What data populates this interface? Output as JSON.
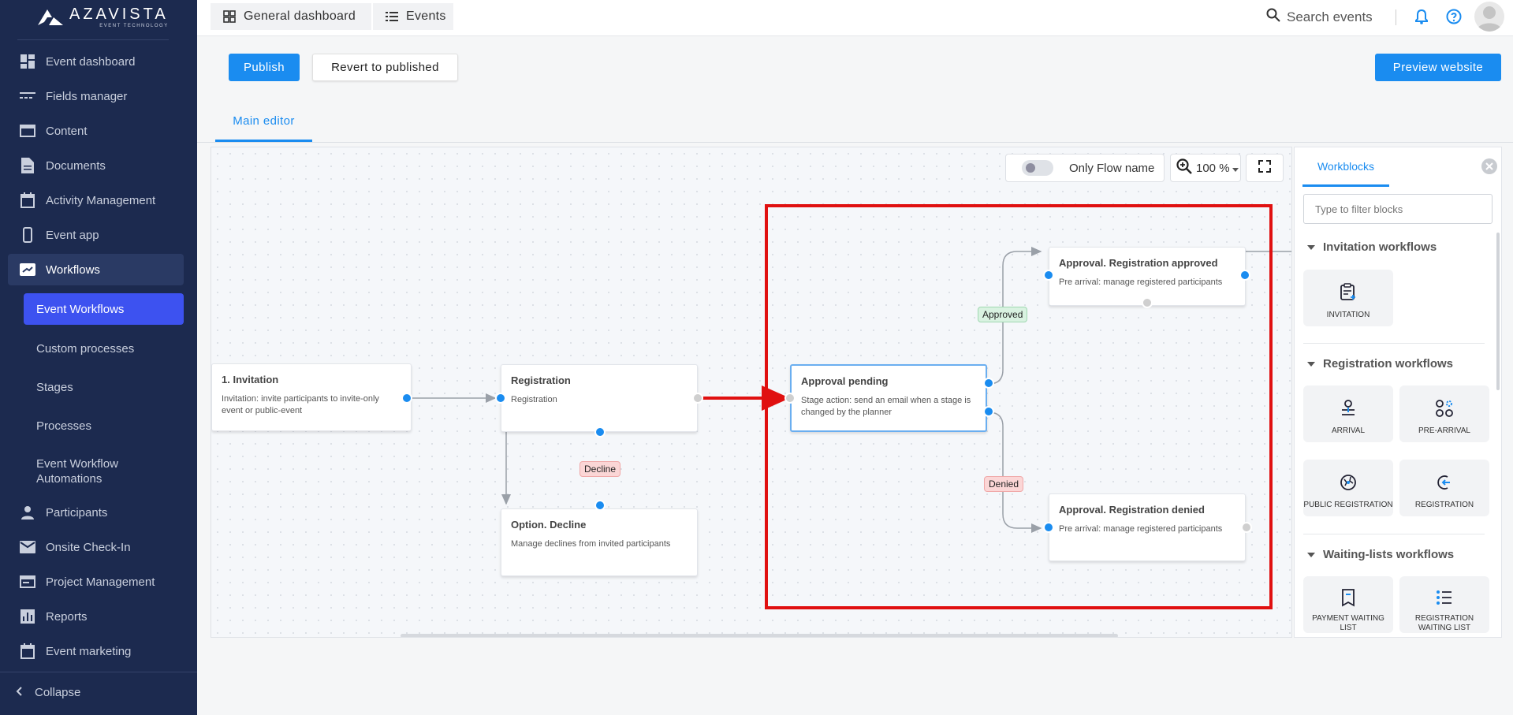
{
  "brand": {
    "name": "AZAVISTA",
    "tagline": "EVENT TECHNOLOGY"
  },
  "sidebar": {
    "items": [
      {
        "label": "Event dashboard",
        "icon": "dashboard-icon"
      },
      {
        "label": "Fields manager",
        "icon": "fields-icon"
      },
      {
        "label": "Content",
        "icon": "content-icon"
      },
      {
        "label": "Documents",
        "icon": "document-icon"
      },
      {
        "label": "Activity Management",
        "icon": "calendar-icon"
      },
      {
        "label": "Event app",
        "icon": "phone-icon"
      },
      {
        "label": "Workflows",
        "icon": "workflow-icon"
      }
    ],
    "subitems": [
      {
        "label": "Event Workflows"
      },
      {
        "label": "Custom processes"
      },
      {
        "label": "Stages"
      },
      {
        "label": "Processes"
      },
      {
        "label": "Event Workflow Automations"
      }
    ],
    "items2": [
      {
        "label": "Participants",
        "icon": "person-icon"
      },
      {
        "label": "Onsite Check-In",
        "icon": "mail-icon"
      },
      {
        "label": "Project Management",
        "icon": "board-icon"
      },
      {
        "label": "Reports",
        "icon": "chart-icon"
      },
      {
        "label": "Event marketing",
        "icon": "calendar-icon"
      }
    ],
    "collapse_label": "Collapse"
  },
  "topbar": {
    "crumbs": [
      {
        "label": "General dashboard",
        "icon": "grid-icon"
      },
      {
        "label": "Events",
        "icon": "list-icon"
      }
    ],
    "search_label": "Search events"
  },
  "actions": {
    "publish": "Publish",
    "revert": "Revert to published",
    "preview": "Preview website"
  },
  "tabs": {
    "main": "Main editor"
  },
  "canvas": {
    "toggle_label": "Only Flow name",
    "zoom": "100 %",
    "nodes": [
      {
        "title": "1. Invitation",
        "desc": "Invitation: invite participants to invite-only event or public-event"
      },
      {
        "title": "Registration",
        "desc": "Registration"
      },
      {
        "title": "Option. Decline",
        "desc": "Manage declines from invited participants"
      },
      {
        "title": "Approval pending",
        "desc": "Stage action: send an email when a stage is changed by the planner"
      },
      {
        "title": "Approval. Registration approved",
        "desc": "Pre arrival: manage registered participants"
      },
      {
        "title": "Approval. Registration denied",
        "desc": "Pre arrival: manage registered participants"
      }
    ],
    "edge_labels": {
      "decline": "Decline",
      "approved": "Approved",
      "denied": "Denied"
    }
  },
  "panel": {
    "tab": "Workblocks",
    "filter_placeholder": "Type to filter blocks",
    "sections": [
      {
        "title": "Invitation workflows",
        "blocks": [
          {
            "label": "INVITATION"
          }
        ]
      },
      {
        "title": "Registration workflows",
        "blocks": [
          {
            "label": "ARRIVAL"
          },
          {
            "label": "PRE-ARRIVAL"
          },
          {
            "label": "PUBLIC REGISTRATION"
          },
          {
            "label": "REGISTRATION"
          }
        ]
      },
      {
        "title": "Waiting-lists workflows",
        "blocks": [
          {
            "label": "PAYMENT WAITING LIST"
          },
          {
            "label": "REGISTRATION WAITING LIST"
          }
        ]
      }
    ]
  },
  "colors": {
    "sidebar_bg": "#1c2a4f",
    "accent": "#1a8cf0",
    "active_sub": "#3d52f0",
    "highlight": "#e01010"
  }
}
